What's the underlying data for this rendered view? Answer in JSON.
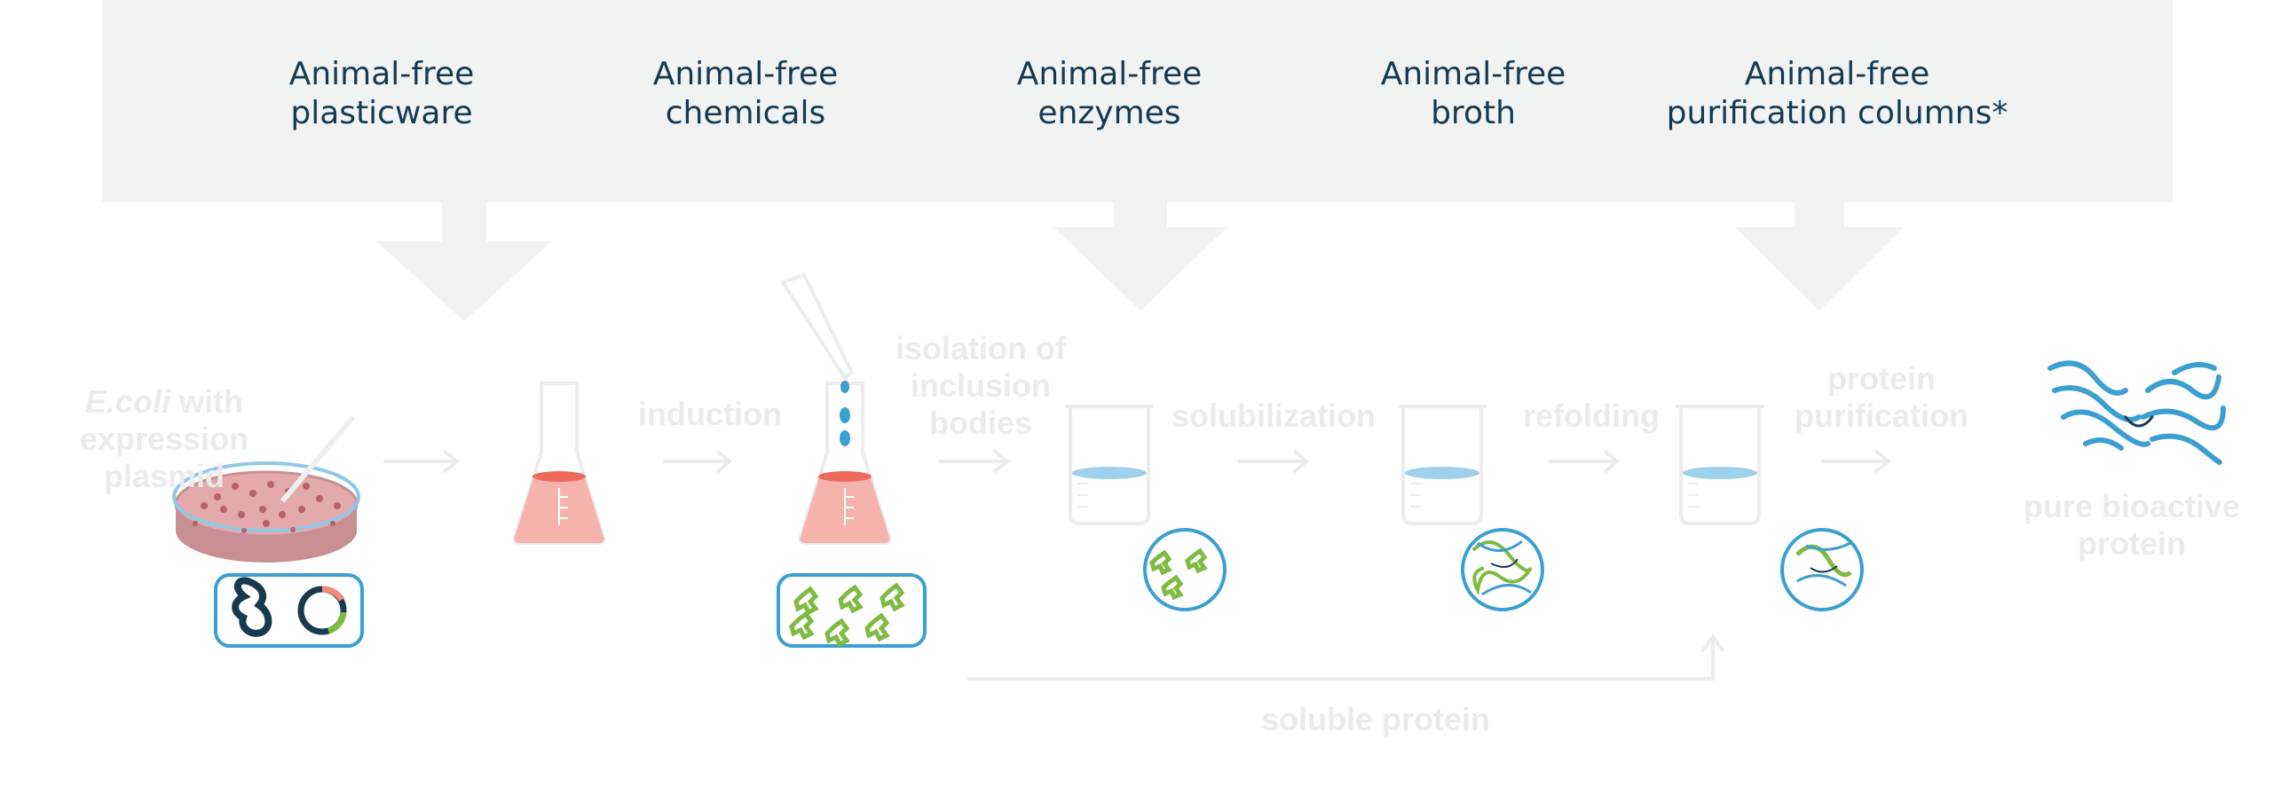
{
  "supplies": [
    {
      "line1": "Animal-free",
      "line2": "plasticware"
    },
    {
      "line1": "Animal-free",
      "line2": "chemicals"
    },
    {
      "line1": "Animal-free",
      "line2": "enzymes"
    },
    {
      "line1": "Animal-free",
      "line2": "broth"
    },
    {
      "line1": "Animal-free",
      "line2": "purification columns*"
    }
  ],
  "process": {
    "start": {
      "line1_italic": "E.coli",
      "line1_rest": " with",
      "line2": "expression",
      "line3": "plasmid"
    },
    "induction": "induction",
    "isolation": {
      "line1": "isolation of",
      "line2": "inclusion",
      "line3": "bodies"
    },
    "solubilization": "solubilization",
    "refolding": "refolding",
    "purification": {
      "line1": "protein",
      "line2": "purification"
    },
    "result": {
      "line1": "pure bioactive",
      "line2": "protein"
    },
    "soluble": "soluble protein"
  },
  "colors": {
    "band": "#f1f2f2",
    "label_text": "#143a52",
    "faint": "#ebebeb",
    "flask_liquid": "#f6b2ad",
    "flask_liquid_top": "#ee6a5c",
    "beaker_liquid": "#9fd0ec",
    "accent_blue": "#3b9fd1",
    "green": "#7dbb42",
    "dark_navy": "#183a4f"
  },
  "icons": {
    "petri": "petri-dish-icon",
    "plasmid": "plasmid-icon",
    "flask": "flask-icon",
    "pipette": "pipette-icon",
    "beaker": "beaker-icon",
    "aggregates": "inclusion-body-icon",
    "folded": "folded-protein-icon",
    "protein": "protein-structure-icon"
  }
}
